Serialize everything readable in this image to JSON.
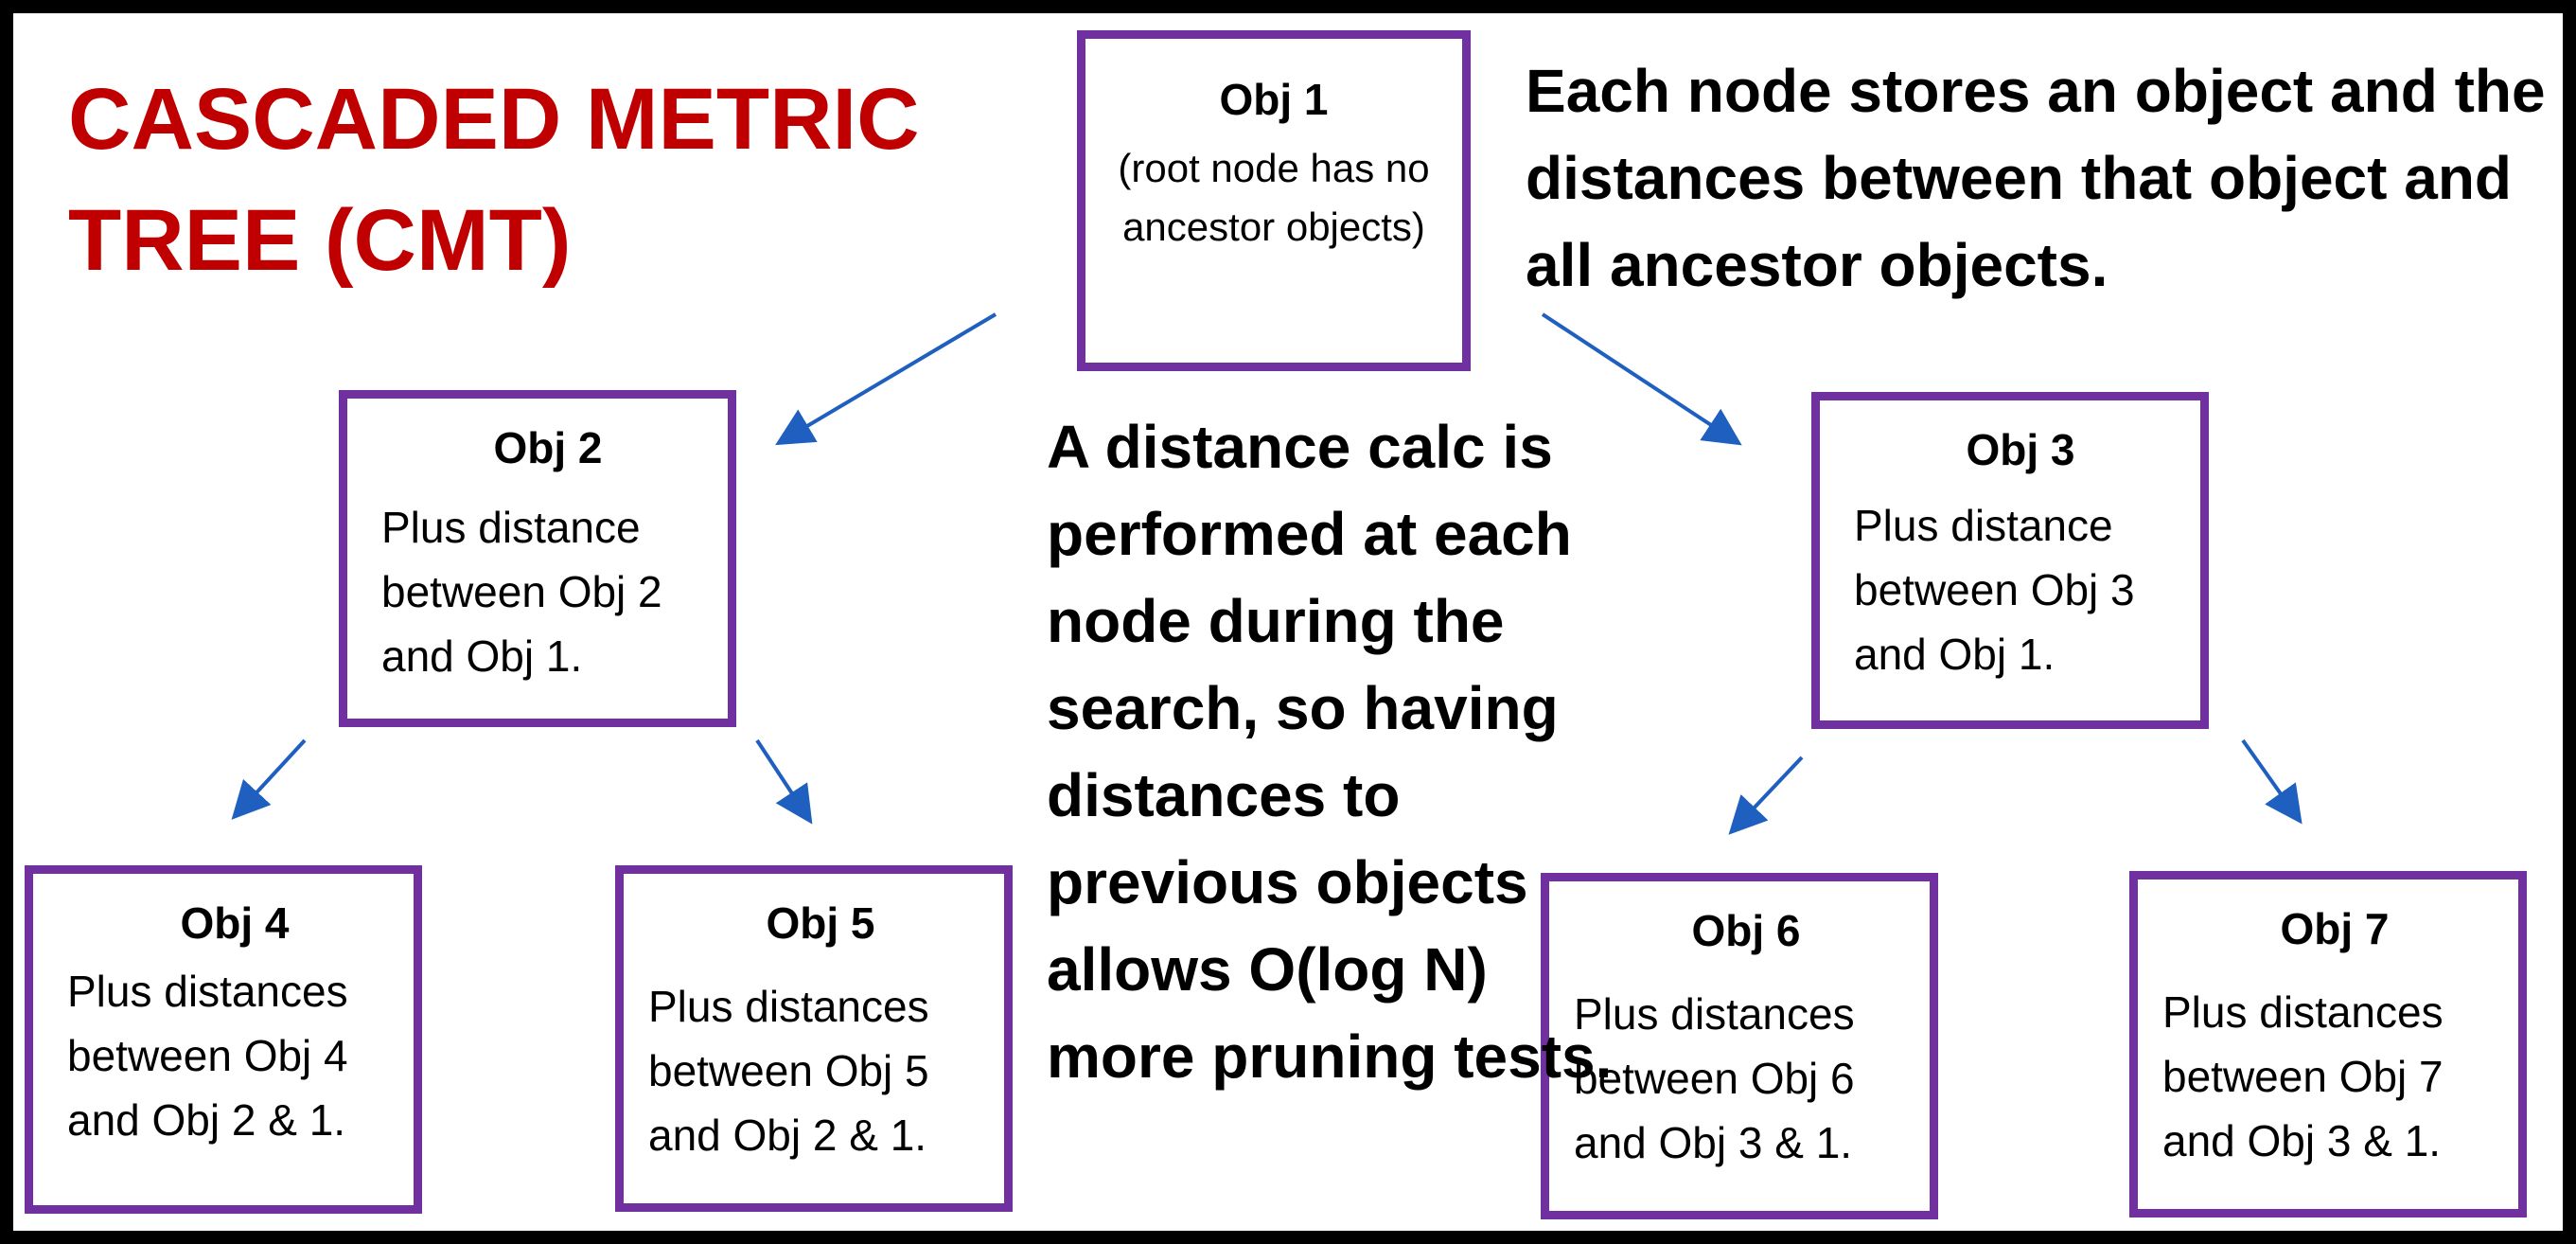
{
  "title": "CASCADED METRIC\nTREE (CMT)",
  "colors": {
    "title": "#c00000",
    "node_border": "#7030a0",
    "arrow": "#1f5fbf"
  },
  "root": {
    "name": "Obj 1",
    "body": "(root node has no ancestor objects)"
  },
  "level1": [
    {
      "name": "Obj 2",
      "body": "Plus distance between Obj 2 and Obj 1."
    },
    {
      "name": "Obj 3",
      "body": "Plus distance between Obj 3 and Obj 1."
    }
  ],
  "level2": [
    {
      "name": "Obj 4",
      "body": "Plus distances between Obj 4 and Obj 2 & 1."
    },
    {
      "name": "Obj 5",
      "body": "Plus distances between Obj 5 and Obj 2 & 1."
    },
    {
      "name": "Obj 6",
      "body": "Plus distances between Obj 6 and Obj 3 & 1."
    },
    {
      "name": "Obj 7",
      "body": "Plus distances between Obj 7 and Obj 3 & 1."
    }
  ],
  "notes": {
    "storage": "Each node stores an object and the distances between that object and all ancestor objects.",
    "search": "A distance calc is performed at each node during the search, so having distances to previous objects allows O(log N) more pruning tests."
  }
}
